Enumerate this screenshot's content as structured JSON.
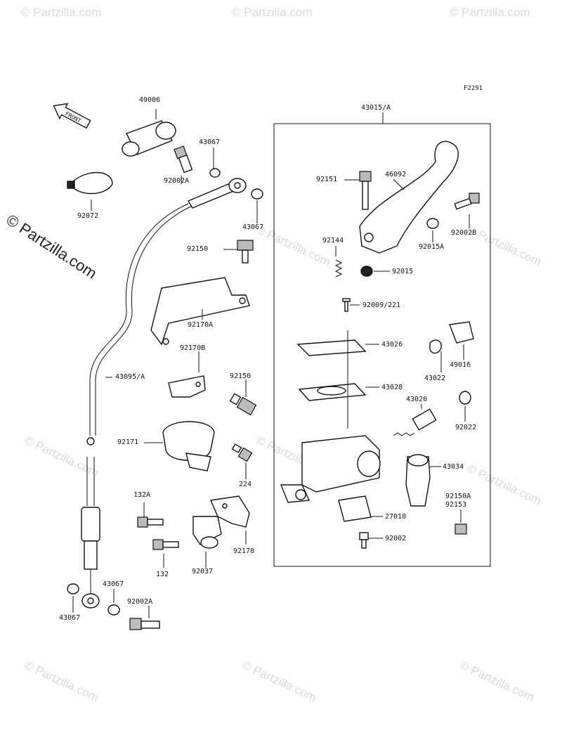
{
  "diagram": {
    "figure_code": "F2291",
    "front_arrow_label": "FRONT",
    "watermark": "© Partzilla.com",
    "watermark_side": "© Partzilla.com",
    "callouts": {
      "p49006": "49006",
      "p43067a": "43067",
      "p92002a_top": "92002A",
      "p92072": "92072",
      "p43067b": "43067",
      "p92150a": "92150",
      "p92170a": "92170A",
      "p92170b": "92170B",
      "p92150b": "92150",
      "p43095": "43095/A",
      "p92171": "92171",
      "p224": "224",
      "p132a": "132A",
      "p132": "132",
      "p92037": "92037",
      "p92170": "92170",
      "p43067c": "43067",
      "p43067d": "43067",
      "p92002a_bot": "92002A",
      "p43015": "43015/A",
      "p92151": "92151",
      "p46092": "46092",
      "p92002b": "92002B",
      "p92144": "92144",
      "p92015a": "92015A",
      "p92015": "92015",
      "p92009": "92009/221",
      "p43026": "43026",
      "p49016": "49016",
      "p43022": "43022",
      "p43028": "43028",
      "p43020": "43020",
      "p92022": "92022",
      "p43034": "43034",
      "p92150a2": "92150A",
      "p92153": "92153",
      "p27010": "27010",
      "p92002": "92002"
    }
  }
}
